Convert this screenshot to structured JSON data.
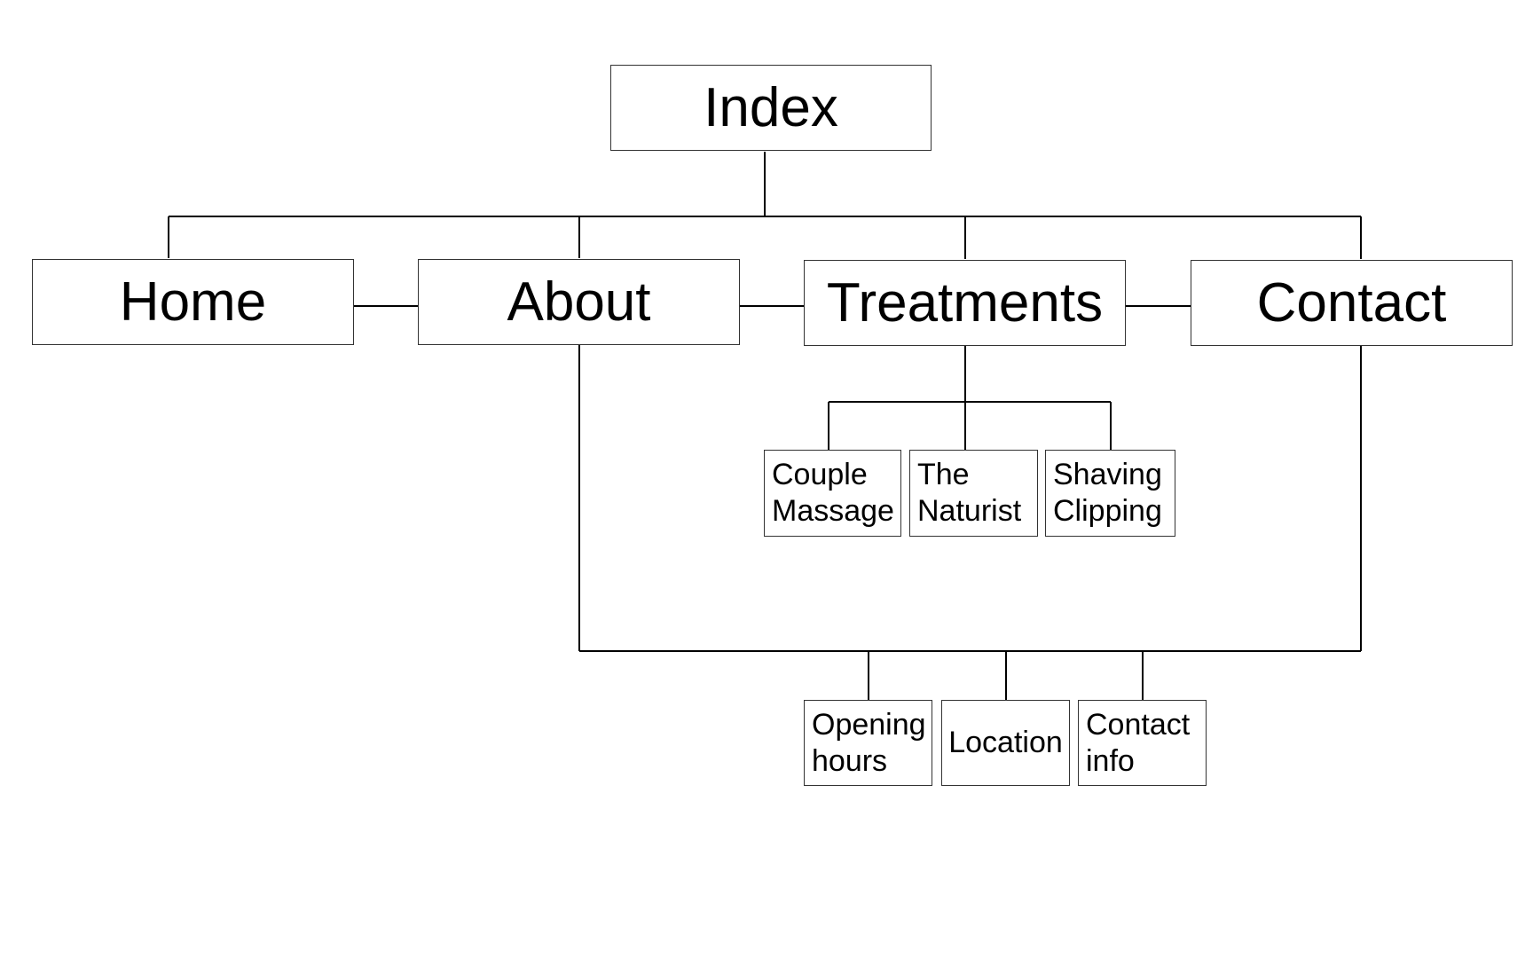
{
  "diagram": {
    "root": {
      "label": "Index"
    },
    "top_pages": [
      {
        "label": "Home"
      },
      {
        "label": "About"
      },
      {
        "label": "Treatments"
      },
      {
        "label": "Contact"
      }
    ],
    "treatments": [
      {
        "label": "Couple\nMassage"
      },
      {
        "label": "The\nNaturist"
      },
      {
        "label": "Shaving\nClipping"
      }
    ],
    "info": [
      {
        "label": "Opening\nhours"
      },
      {
        "label": "Location"
      },
      {
        "label": "Contact\ninfo"
      }
    ],
    "colors": {
      "line": "#000000",
      "border": "#333333",
      "background": "#ffffff"
    }
  }
}
